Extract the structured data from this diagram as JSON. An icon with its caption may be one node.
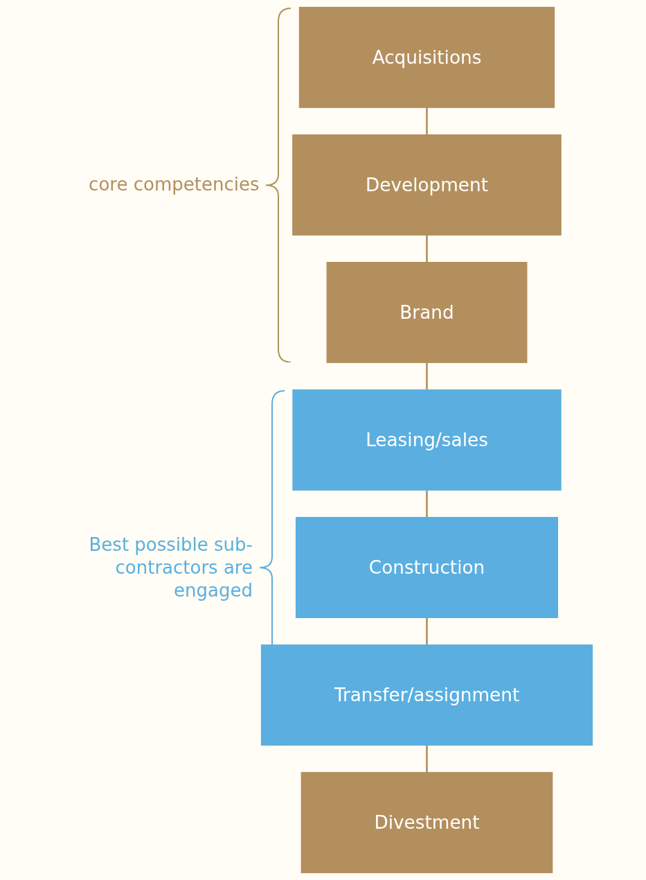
{
  "diagram": {
    "nodes": [
      {
        "text": [
          "Acquisitions"
        ]
      },
      {
        "text": [
          "Development"
        ]
      },
      {
        "text": [
          "Brand"
        ]
      },
      {
        "text": [
          "Leasing/sales"
        ]
      },
      {
        "text": [
          "Construction"
        ]
      },
      {
        "text": [
          "Transfer/assignment"
        ]
      },
      {
        "text": [
          "Divestment"
        ]
      }
    ],
    "edges": [
      {
        "from": 0,
        "to": 1,
        "arrow": "none"
      },
      {
        "from": 1,
        "to": 2,
        "arrow": "none"
      },
      {
        "from": 2,
        "to": 3,
        "arrow": "none"
      },
      {
        "from": 3,
        "to": 4,
        "arrow": "none"
      },
      {
        "from": 4,
        "to": 5,
        "arrow": "none"
      },
      {
        "from": 5,
        "to": 6,
        "arrow": "none"
      }
    ],
    "labels": [
      "core competencies",
      "Best possible sub-contractors are engaged"
    ]
  }
}
